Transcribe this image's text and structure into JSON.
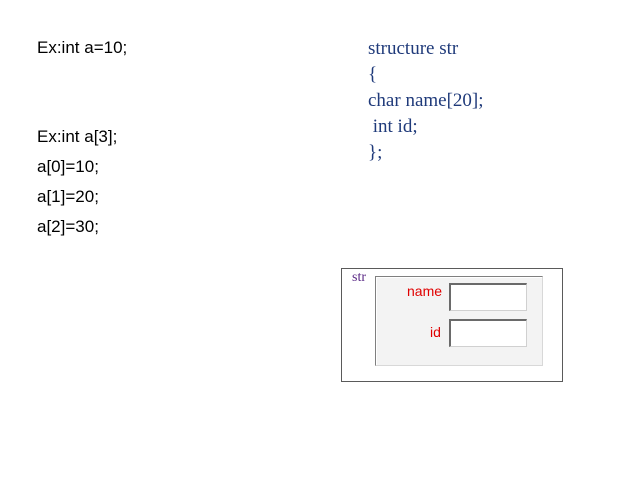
{
  "left": {
    "example1": "Ex:int a=10;",
    "example2": "Ex:int a[3];",
    "assign0": "a[0]=10;",
    "assign1": "a[1]=20;",
    "assign2": "a[2]=30;"
  },
  "code": {
    "line1": "structure str",
    "line2": "{",
    "line3": "char name[20];",
    "line4": " int id;",
    "line5": "};"
  },
  "diagram": {
    "outer_label": "str",
    "field1_label": "name",
    "field2_label": "id"
  },
  "colors": {
    "code_text": "#1f3a7a",
    "field_label": "#e00000",
    "outer_label": "#5b2a86"
  }
}
